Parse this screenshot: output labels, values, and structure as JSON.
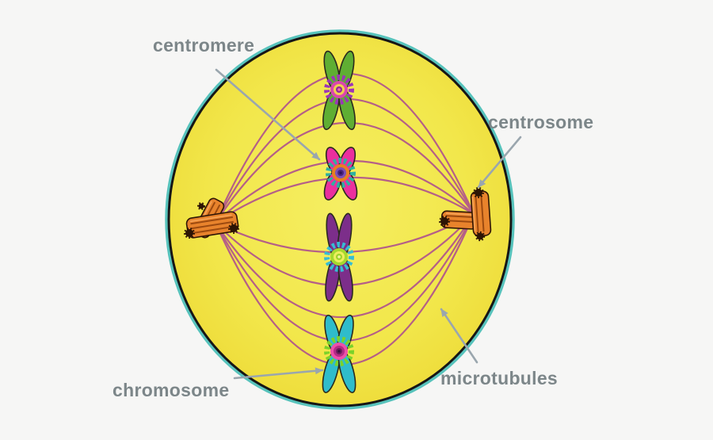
{
  "diagram": {
    "name": "cell-metaphase-diagram",
    "structures": [
      "cell-membrane",
      "spindle-microtubules",
      "centrosome-left",
      "centrosome-right",
      "chromosome-green",
      "chromosome-pink",
      "chromosome-purple",
      "chromosome-cyan",
      "centromere-gears"
    ]
  },
  "labels": {
    "centromere": "centromere",
    "centrosome": "centrosome",
    "chromosome": "chromosome",
    "microtubules": "microtubules"
  },
  "colors": {
    "background": "#f6f6f5",
    "label_text": "#7c8689",
    "arrow": "#9aa6ae",
    "cell_membrane": "#161616",
    "cell_membrane_glow": "#2fb7ae",
    "cell_fill_center": "#f5ee62",
    "cell_fill_mid": "#f2e74b",
    "cell_fill_edge": "#edd935",
    "microtubule": "#b0548c",
    "centrosome_orange": "#e8832c",
    "chromosome_green": "#5fae33",
    "chromosome_pink": "#ea2f9e",
    "chromosome_purple": "#7c2e8a",
    "chromosome_cyan": "#2fbccb"
  }
}
